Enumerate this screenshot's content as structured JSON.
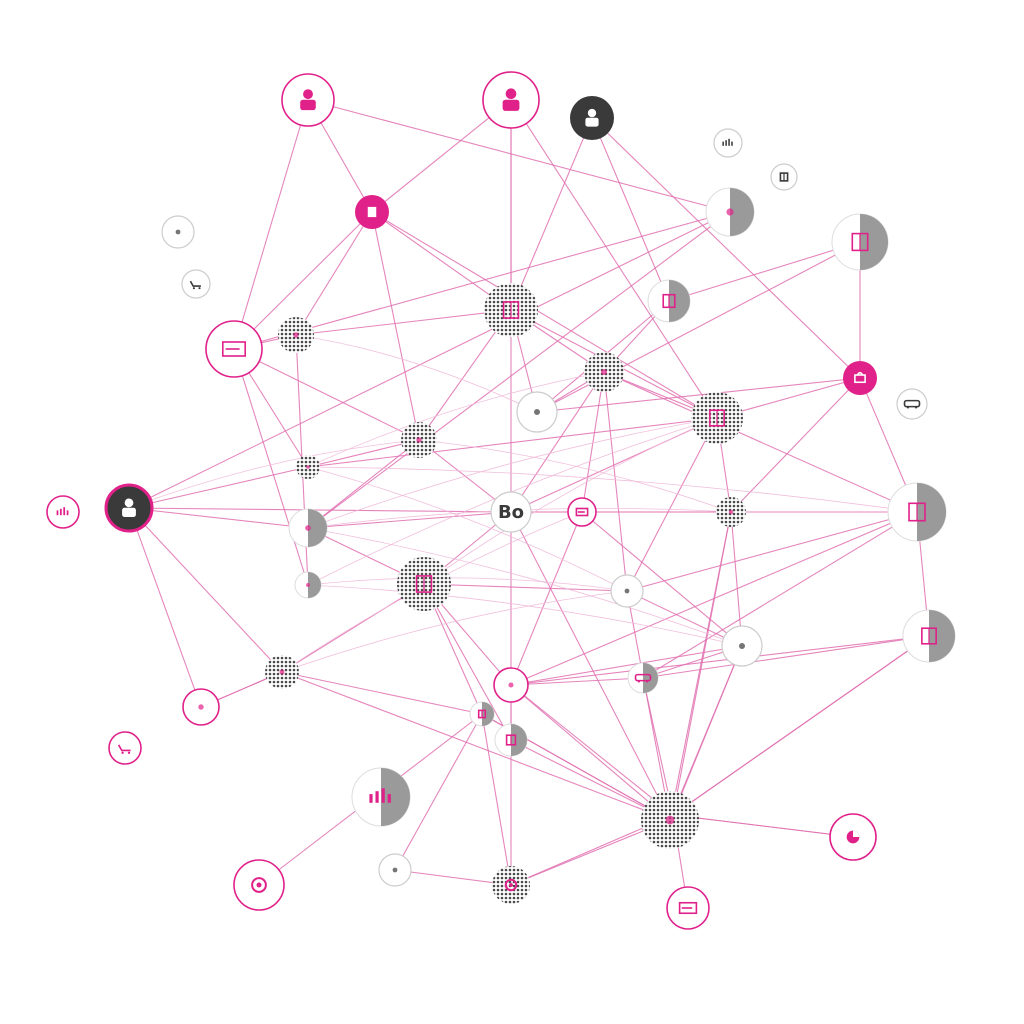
{
  "diagram": {
    "type": "network",
    "colors": {
      "background": "#ffffff",
      "accent": "#e0218a",
      "edge": "#e070b0",
      "edge_faint": "#f0b8d8",
      "dark": "#3a3a3a",
      "gray": "#9a9a9a",
      "halftone": "#555555"
    },
    "nodes": [
      {
        "id": "n1",
        "style": "ring-pink",
        "icon": "person-icon"
      },
      {
        "id": "n2",
        "style": "ring-pink",
        "icon": "person-icon"
      },
      {
        "id": "n3",
        "style": "dark",
        "icon": "person-icon"
      },
      {
        "id": "n4",
        "style": "ring-gray",
        "icon": "chart-icon"
      },
      {
        "id": "n5",
        "style": "ring-gray",
        "icon": "table-icon"
      },
      {
        "id": "n6",
        "style": "pink",
        "icon": "document-icon"
      },
      {
        "id": "n7",
        "style": "half-gray",
        "icon": "globe-icon"
      },
      {
        "id": "n8",
        "style": "half-gray",
        "icon": "frame-icon"
      },
      {
        "id": "n9",
        "style": "ring-gray",
        "icon": "printer-icon"
      },
      {
        "id": "n10",
        "style": "ring-gray",
        "icon": "cart-icon"
      },
      {
        "id": "n11",
        "style": "halftone",
        "icon": "building-icon"
      },
      {
        "id": "n12",
        "style": "half-gray",
        "icon": "book-icon"
      },
      {
        "id": "n13",
        "style": "ring-pink",
        "icon": "card-icon"
      },
      {
        "id": "n14",
        "style": "halftone",
        "icon": "dot-icon"
      },
      {
        "id": "n15",
        "style": "halftone",
        "icon": "dot-icon"
      },
      {
        "id": "n16",
        "style": "halftone",
        "icon": "dot-icon"
      },
      {
        "id": "n17",
        "style": "pink",
        "icon": "bag-icon"
      },
      {
        "id": "n18",
        "style": "ring-gray",
        "icon": "bus-icon"
      },
      {
        "id": "n19",
        "style": "ring-gray",
        "icon": "pin-icon"
      },
      {
        "id": "n20",
        "style": "halftone",
        "icon": "building-icon"
      },
      {
        "id": "n21",
        "style": "halftone",
        "icon": "dot-icon"
      },
      {
        "id": "n22",
        "style": "half-gray",
        "icon": "dot-icon"
      },
      {
        "id": "n23",
        "style": "ring-pink",
        "icon": "bar-chart-icon"
      },
      {
        "id": "n24",
        "style": "dark-pink",
        "icon": "person-icon"
      },
      {
        "id": "n25",
        "style": "half-gray",
        "icon": "dot-icon"
      },
      {
        "id": "n26",
        "style": "ring-gray",
        "icon": "text-icon",
        "label": "Bo"
      },
      {
        "id": "n27",
        "style": "ring-pink",
        "icon": "card-icon"
      },
      {
        "id": "n28",
        "style": "halftone",
        "icon": "dot-icon"
      },
      {
        "id": "n29",
        "style": "half-gray",
        "icon": "building-icon"
      },
      {
        "id": "n30",
        "style": "ring-gray",
        "icon": "plant-icon"
      },
      {
        "id": "n31",
        "style": "halftone",
        "icon": "shop-icon"
      },
      {
        "id": "n32",
        "style": "half-gray",
        "icon": "phone-icon"
      },
      {
        "id": "n33",
        "style": "ring-gray",
        "icon": "bell-icon"
      },
      {
        "id": "n34",
        "style": "half-gray",
        "icon": "truck-icon"
      },
      {
        "id": "n35",
        "style": "halftone",
        "icon": "dot-icon"
      },
      {
        "id": "n36",
        "style": "ring-pink",
        "icon": "network-icon"
      },
      {
        "id": "n37",
        "style": "half-gray",
        "icon": "door-icon"
      },
      {
        "id": "n38",
        "style": "half-gray",
        "icon": "box-icon"
      },
      {
        "id": "n39",
        "style": "halftone",
        "icon": "dot-icon"
      },
      {
        "id": "n40",
        "style": "ring-pink",
        "icon": "bin-icon"
      },
      {
        "id": "n41",
        "style": "ring-pink",
        "icon": "cart-icon"
      },
      {
        "id": "n42",
        "style": "half-gray",
        "icon": "chart-icon"
      },
      {
        "id": "n43",
        "style": "ring-pink",
        "icon": "pie-icon"
      },
      {
        "id": "n44",
        "style": "halftone",
        "icon": "phone-icon"
      },
      {
        "id": "n45",
        "style": "ring-pink",
        "icon": "gear-icon"
      },
      {
        "id": "n46",
        "style": "ring-gray",
        "icon": "graph-icon"
      },
      {
        "id": "n47",
        "style": "halftone",
        "icon": "brain-icon"
      },
      {
        "id": "n48",
        "style": "ring-pink",
        "icon": "calendar-icon"
      }
    ],
    "edges": [
      [
        "n1",
        "n6"
      ],
      [
        "n1",
        "n13"
      ],
      [
        "n1",
        "n7"
      ],
      [
        "n2",
        "n6"
      ],
      [
        "n2",
        "n11"
      ],
      [
        "n2",
        "n26"
      ],
      [
        "n2",
        "n20"
      ],
      [
        "n3",
        "n11"
      ],
      [
        "n3",
        "n12"
      ],
      [
        "n3",
        "n17"
      ],
      [
        "n6",
        "n13"
      ],
      [
        "n6",
        "n14"
      ],
      [
        "n6",
        "n15"
      ],
      [
        "n6",
        "n11"
      ],
      [
        "n6",
        "n20"
      ],
      [
        "n7",
        "n13"
      ],
      [
        "n7",
        "n24"
      ],
      [
        "n7",
        "n22"
      ],
      [
        "n12",
        "n16"
      ],
      [
        "n12",
        "n19"
      ],
      [
        "n12",
        "n8"
      ],
      [
        "n8",
        "n19"
      ],
      [
        "n8",
        "n17"
      ],
      [
        "n13",
        "n14"
      ],
      [
        "n13",
        "n15"
      ],
      [
        "n13",
        "n25"
      ],
      [
        "n13",
        "n21"
      ],
      [
        "n14",
        "n11"
      ],
      [
        "n14",
        "n25"
      ],
      [
        "n11",
        "n19"
      ],
      [
        "n11",
        "n15"
      ],
      [
        "n11",
        "n20"
      ],
      [
        "n11",
        "n16"
      ],
      [
        "n19",
        "n17"
      ],
      [
        "n19",
        "n16"
      ],
      [
        "n16",
        "n20"
      ],
      [
        "n16",
        "n26"
      ],
      [
        "n16",
        "n27"
      ],
      [
        "n16",
        "n29"
      ],
      [
        "n16",
        "n30"
      ],
      [
        "n17",
        "n20"
      ],
      [
        "n17",
        "n28"
      ],
      [
        "n17",
        "n29"
      ],
      [
        "n15",
        "n21"
      ],
      [
        "n15",
        "n26"
      ],
      [
        "n15",
        "n22"
      ],
      [
        "n20",
        "n26"
      ],
      [
        "n20",
        "n21"
      ],
      [
        "n20",
        "n28"
      ],
      [
        "n20",
        "n30"
      ],
      [
        "n24",
        "n26"
      ],
      [
        "n24",
        "n22"
      ],
      [
        "n24",
        "n35"
      ],
      [
        "n24",
        "n40"
      ],
      [
        "n24",
        "n21"
      ],
      [
        "n22",
        "n31"
      ],
      [
        "n22",
        "n26"
      ],
      [
        "n26",
        "n27"
      ],
      [
        "n26",
        "n28"
      ],
      [
        "n26",
        "n39"
      ],
      [
        "n26",
        "n38"
      ],
      [
        "n26",
        "n31"
      ],
      [
        "n27",
        "n28"
      ],
      [
        "n27",
        "n33"
      ],
      [
        "n27",
        "n36"
      ],
      [
        "n28",
        "n29"
      ],
      [
        "n28",
        "n33"
      ],
      [
        "n28",
        "n39"
      ],
      [
        "n28",
        "n44"
      ],
      [
        "n29",
        "n30"
      ],
      [
        "n29",
        "n32"
      ],
      [
        "n29",
        "n36"
      ],
      [
        "n29",
        "n34"
      ],
      [
        "n30",
        "n31"
      ],
      [
        "n30",
        "n33"
      ],
      [
        "n30",
        "n39"
      ],
      [
        "n31",
        "n36"
      ],
      [
        "n31",
        "n38"
      ],
      [
        "n31",
        "n35"
      ],
      [
        "n31",
        "n37"
      ],
      [
        "n33",
        "n39"
      ],
      [
        "n33",
        "n36"
      ],
      [
        "n33",
        "n44"
      ],
      [
        "n33",
        "n34"
      ],
      [
        "n34",
        "n36"
      ],
      [
        "n34",
        "n44"
      ],
      [
        "n34",
        "n32"
      ],
      [
        "n32",
        "n44"
      ],
      [
        "n32",
        "n36"
      ],
      [
        "n35",
        "n37"
      ],
      [
        "n35",
        "n39"
      ],
      [
        "n35",
        "n40"
      ],
      [
        "n36",
        "n38"
      ],
      [
        "n36",
        "n39"
      ],
      [
        "n36",
        "n44"
      ],
      [
        "n37",
        "n45"
      ],
      [
        "n37",
        "n39"
      ],
      [
        "n37",
        "n46"
      ],
      [
        "n38",
        "n39"
      ],
      [
        "n38",
        "n47"
      ],
      [
        "n39",
        "n47"
      ],
      [
        "n39",
        "n44"
      ],
      [
        "n39",
        "n37"
      ],
      [
        "n44",
        "n43"
      ],
      [
        "n44",
        "n47"
      ],
      [
        "n44",
        "n48"
      ],
      [
        "n44",
        "n32"
      ],
      [
        "n47",
        "n46"
      ],
      [
        "n47",
        "n37"
      ],
      [
        "n40",
        "n35"
      ],
      [
        "n43",
        "n44"
      ]
    ]
  }
}
